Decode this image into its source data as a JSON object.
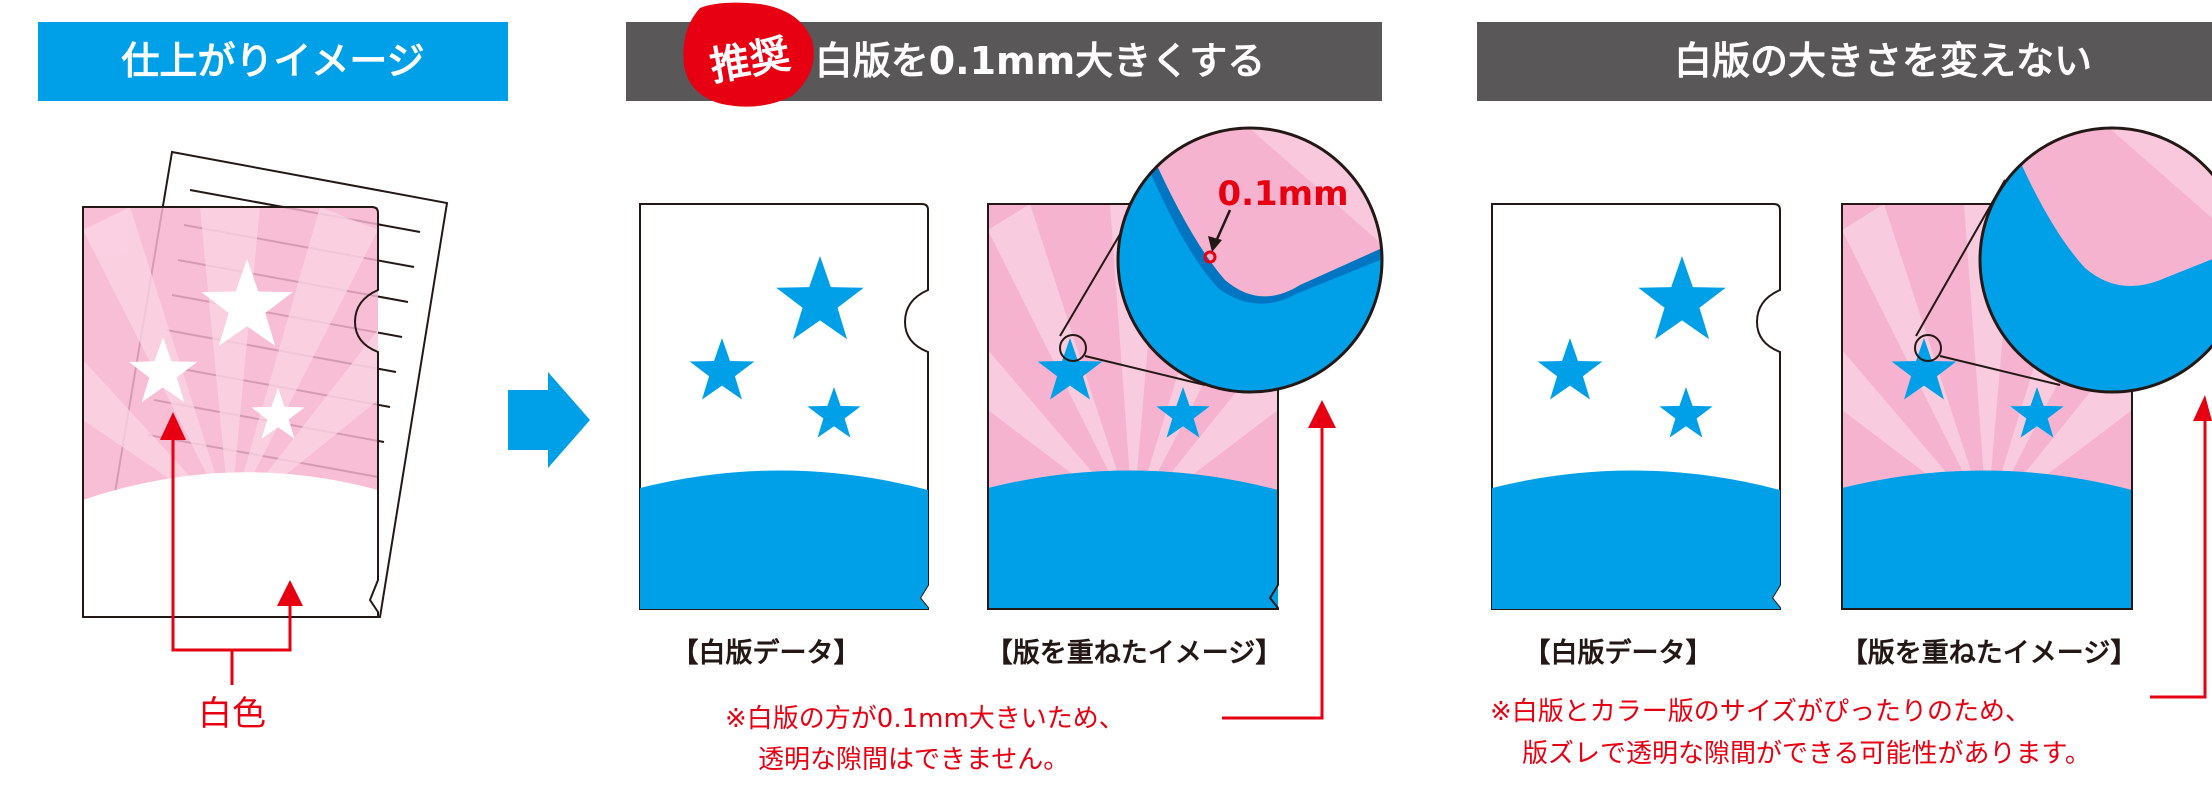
{
  "panel_finished": {
    "title": "仕上がりイメージ",
    "label_white": "白色"
  },
  "panel_recommended": {
    "badge": "推奨",
    "title": "白版を0.1mm大きくする",
    "caption_white_data": "【白版データ】",
    "caption_overlay": "【版を重ねたイメージ】",
    "zoom_label": "0.1mm",
    "note_line1": "※白版の方が0.1mm大きいため、",
    "note_line2": "透明な隙間はできません。"
  },
  "panel_unchanged": {
    "title": "白版の大きさを変えない",
    "caption_white_data": "【白版データ】",
    "caption_overlay": "【版を重ねたイメージ】",
    "note_line1": "※白版とカラー版のサイズがぴったりのため、",
    "note_line2": "版ズレで透明な隙間ができる可能性があります。"
  },
  "colors": {
    "cyan": "#00a0e9",
    "header_dark": "#595757",
    "red": "#e60012",
    "pink": "#f6b3cf",
    "pink_light": "#fbd6e5"
  }
}
